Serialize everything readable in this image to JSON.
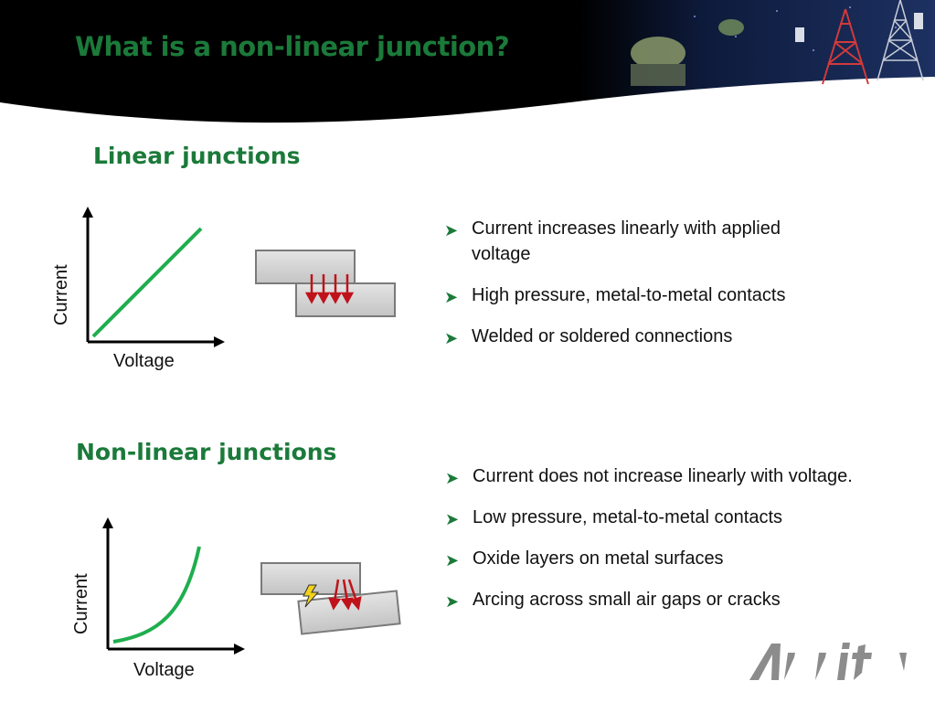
{
  "title": "What is a non-linear junction?",
  "linear": {
    "heading": "Linear junctions",
    "graph": {
      "ylabel": "Current",
      "xlabel": "Voltage"
    },
    "bullets": [
      "Current increases linearly with applied voltage",
      "High pressure, metal-to-metal contacts",
      "Welded or soldered connections"
    ]
  },
  "nonlinear": {
    "heading": "Non-linear junctions",
    "graph": {
      "ylabel": "Current",
      "xlabel": "Voltage"
    },
    "bullets": [
      "Current does not increase linearly with voltage.",
      "Low pressure, metal-to-metal contacts",
      "Oxide layers on metal surfaces",
      "Arcing across small air gaps or cracks"
    ]
  },
  "logo_text": "Anritsu",
  "colors": {
    "accent": "#1b7a3a",
    "line": "#1fae4f",
    "arrow": "#c0121a",
    "header": "#000000"
  },
  "icons": {
    "bullet": "chevron-right-icon",
    "spark": "lightning-icon"
  }
}
